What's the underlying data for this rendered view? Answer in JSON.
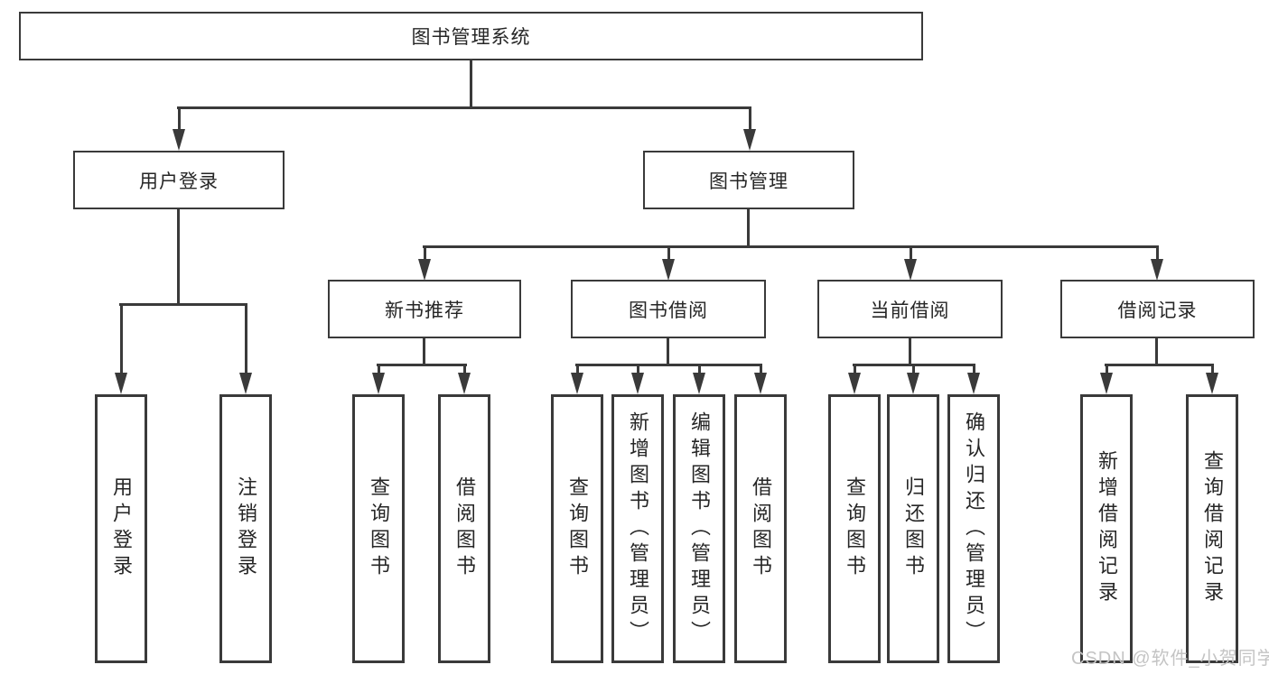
{
  "title": "图书管理系统",
  "colors": {
    "line": "#3a3a3a",
    "border": "#3a3a3a",
    "text": "#262626",
    "background": "#ffffff",
    "watermark": "#c4c4c4"
  },
  "watermark": {
    "text": "CSDN @软件_小贺同学"
  },
  "tree": {
    "label": "图书管理系统",
    "children": [
      {
        "label": "用户登录",
        "children": [
          {
            "label": "用户登录"
          },
          {
            "label": "注销登录"
          }
        ]
      },
      {
        "label": "图书管理",
        "children": [
          {
            "label": "新书推荐",
            "children": [
              {
                "label": "查询图书"
              },
              {
                "label": "借阅图书"
              }
            ]
          },
          {
            "label": "图书借阅",
            "children": [
              {
                "label": "查询图书"
              },
              {
                "label": "新增图书（管理员）"
              },
              {
                "label": "编辑图书（管理员）"
              },
              {
                "label": "借阅图书"
              }
            ]
          },
          {
            "label": "当前借阅",
            "children": [
              {
                "label": "查询图书"
              },
              {
                "label": "归还图书"
              },
              {
                "label": "确认归还（管理员）"
              }
            ]
          },
          {
            "label": "借阅记录",
            "children": [
              {
                "label": "新增借阅记录"
              },
              {
                "label": "查询借阅记录"
              }
            ]
          }
        ]
      }
    ]
  }
}
